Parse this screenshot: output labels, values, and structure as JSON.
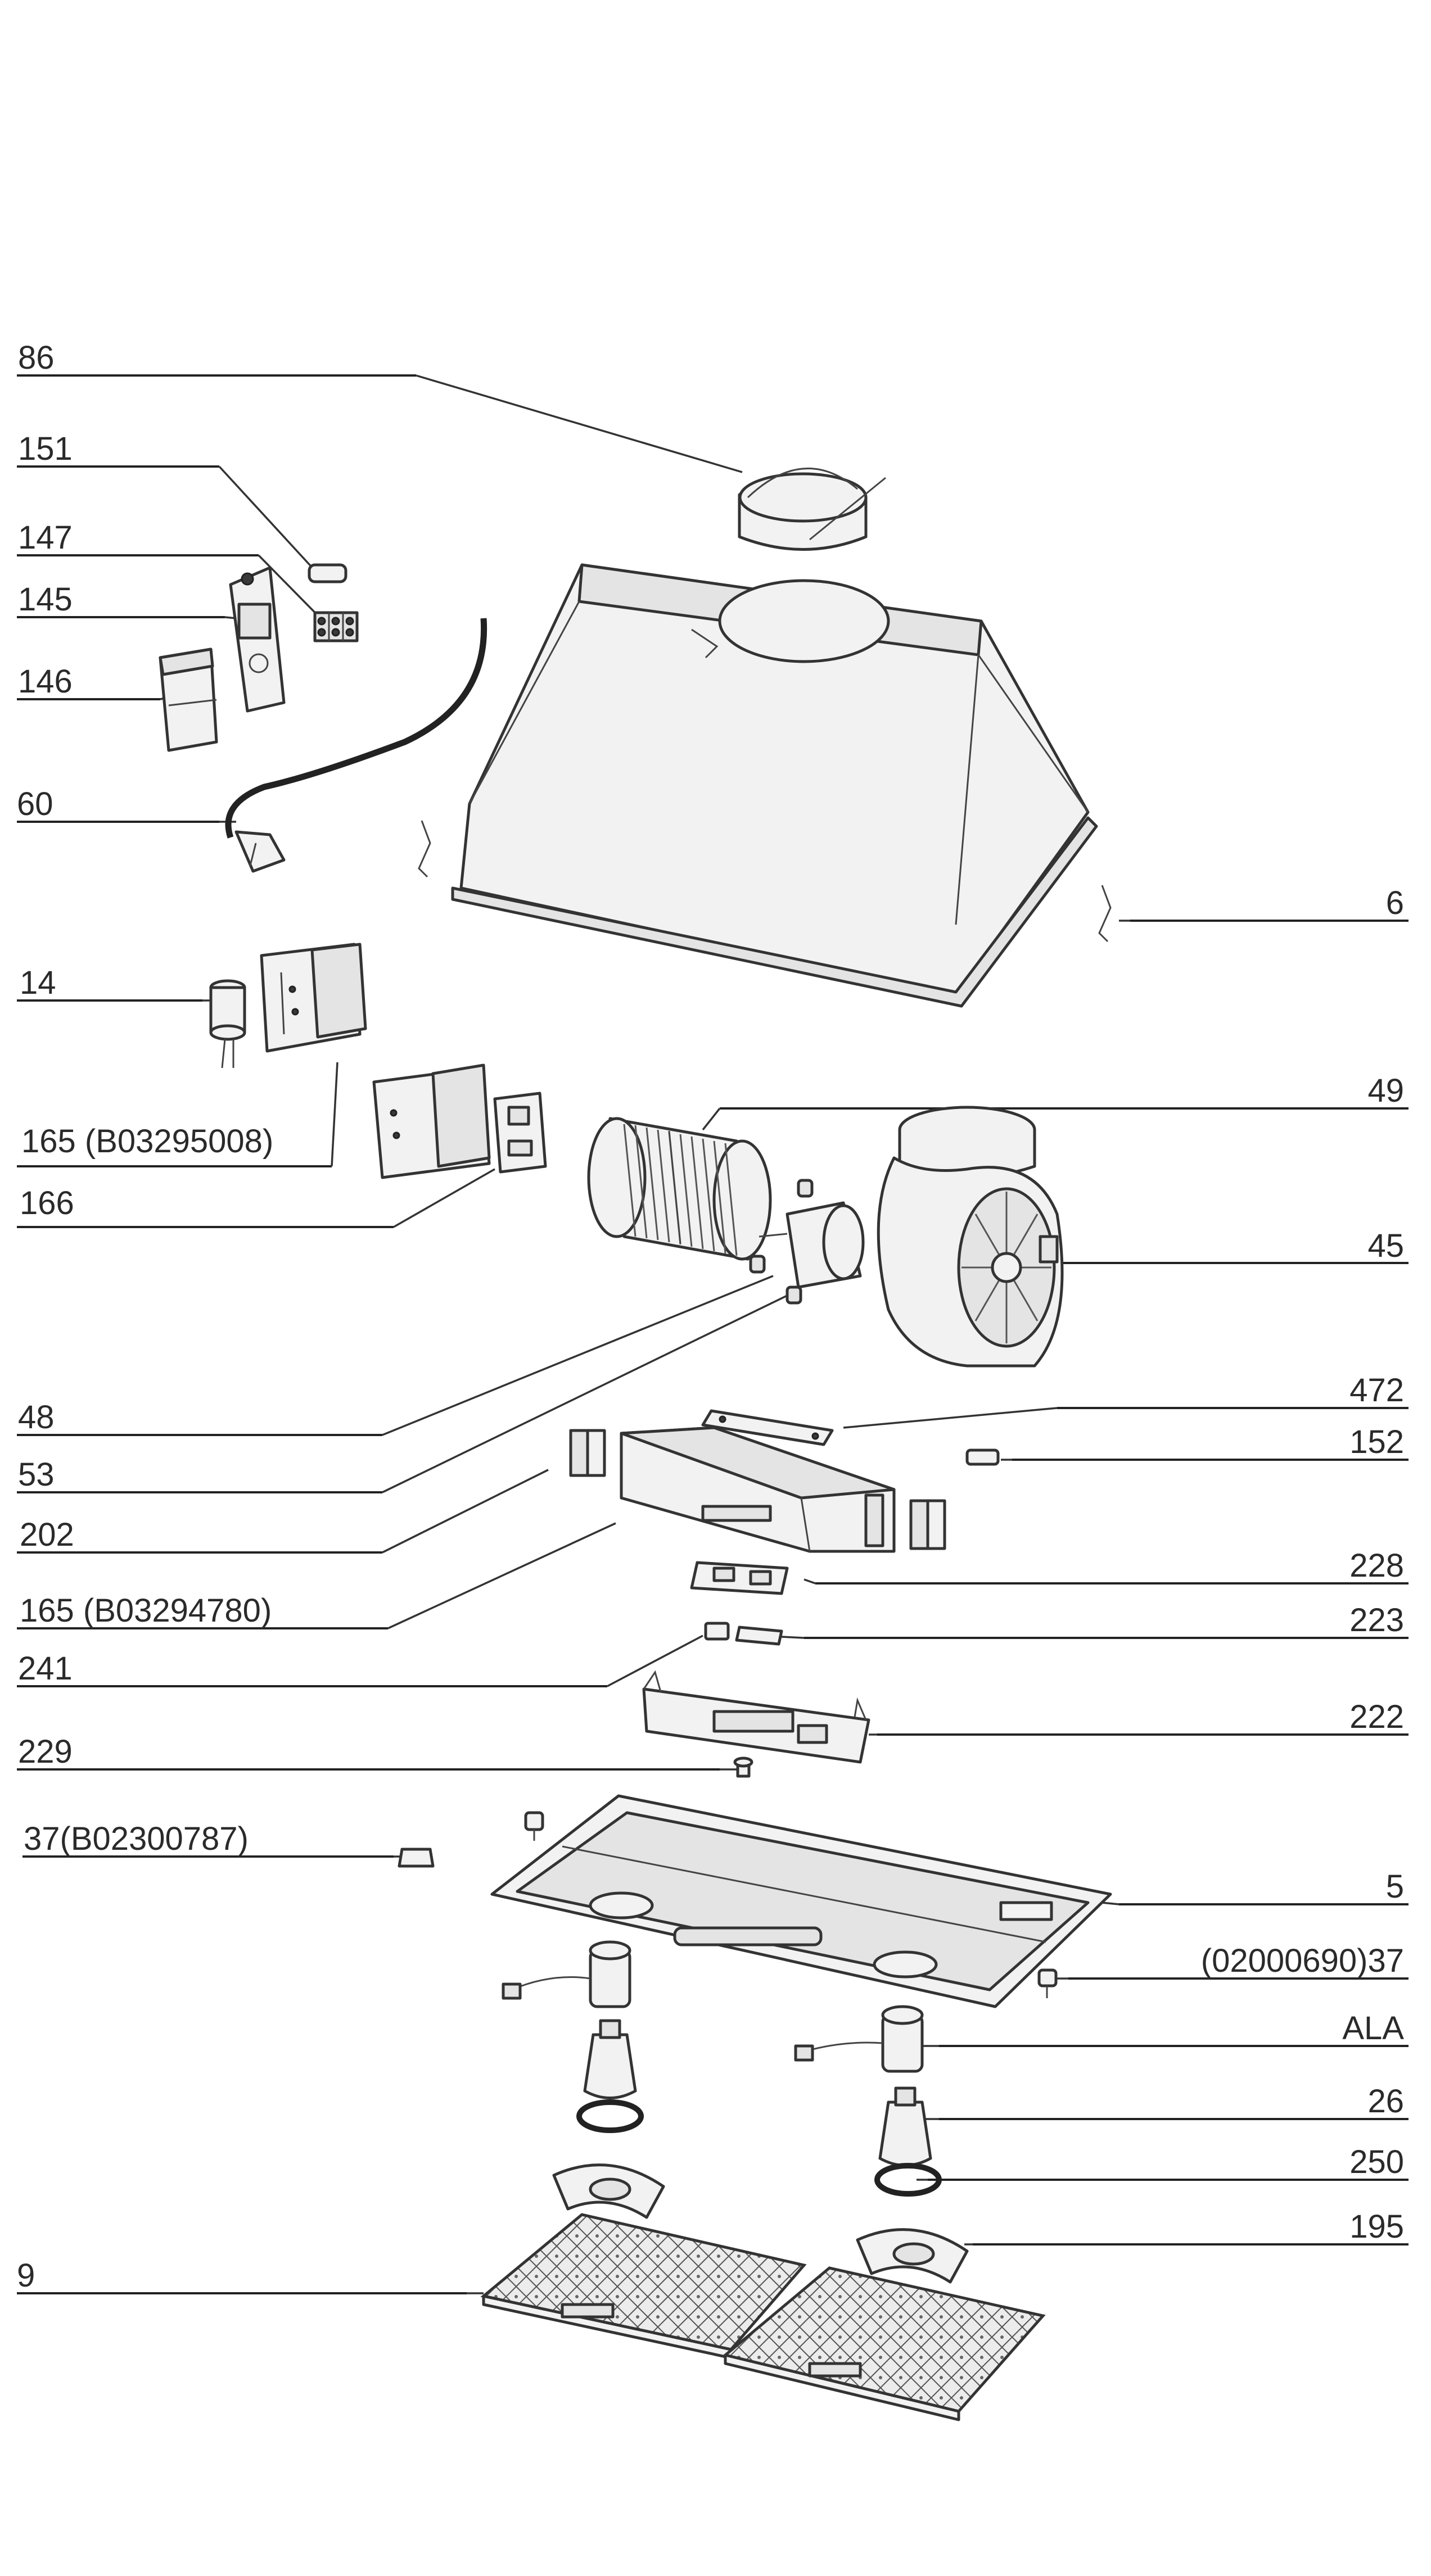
{
  "diagram": {
    "kind": "exploded parts diagram",
    "callouts": [
      {
        "id": "86",
        "label": "86"
      },
      {
        "id": "151",
        "label": "151"
      },
      {
        "id": "147",
        "label": "147"
      },
      {
        "id": "145",
        "label": "145"
      },
      {
        "id": "146",
        "label": "146"
      },
      {
        "id": "60",
        "label": "60"
      },
      {
        "id": "6",
        "label": "6"
      },
      {
        "id": "14",
        "label": "14"
      },
      {
        "id": "49",
        "label": "49"
      },
      {
        "id": "165a",
        "label": "165 (B03295008)"
      },
      {
        "id": "166",
        "label": "166"
      },
      {
        "id": "45",
        "label": "45"
      },
      {
        "id": "48",
        "label": "48"
      },
      {
        "id": "472",
        "label": "472"
      },
      {
        "id": "53",
        "label": "53"
      },
      {
        "id": "152",
        "label": "152"
      },
      {
        "id": "202",
        "label": "202"
      },
      {
        "id": "228",
        "label": "228"
      },
      {
        "id": "165b",
        "label": "165 (B03294780)"
      },
      {
        "id": "223",
        "label": "223"
      },
      {
        "id": "241",
        "label": "241"
      },
      {
        "id": "222",
        "label": "222"
      },
      {
        "id": "229",
        "label": "229"
      },
      {
        "id": "37a",
        "label": "37(B02300787)"
      },
      {
        "id": "5",
        "label": "5"
      },
      {
        "id": "37b",
        "label": "(02000690)37"
      },
      {
        "id": "ala",
        "label": "ALA"
      },
      {
        "id": "26",
        "label": "26"
      },
      {
        "id": "250",
        "label": "250"
      },
      {
        "id": "195",
        "label": "195"
      },
      {
        "id": "9",
        "label": "9"
      }
    ]
  }
}
